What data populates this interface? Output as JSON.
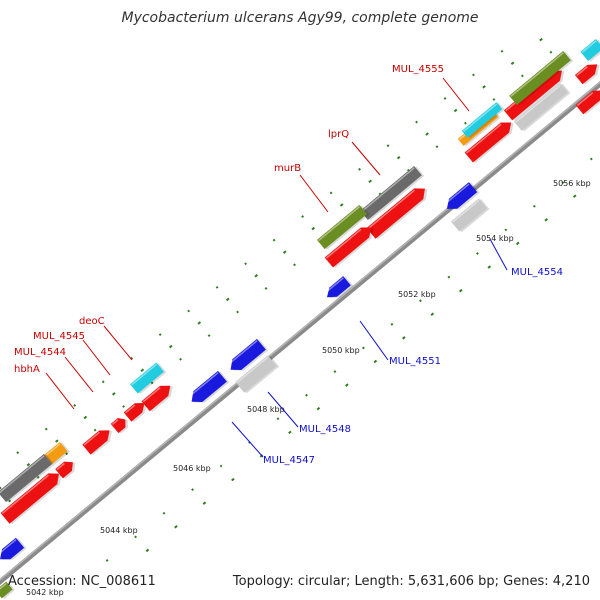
{
  "title": "Mycobacterium ulcerans Agy99, complete genome",
  "footer": {
    "accession": "Accession: NC_008611",
    "summary": "Topology: circular; Length: 5,631,606 bp; Genes: 4,210"
  },
  "scale_labels": [
    "5042 kbp",
    "5044 kbp",
    "5046 kbp",
    "5048 kbp",
    "5050 kbp",
    "5052 kbp",
    "5054 kbp",
    "5056 kbp"
  ],
  "gene_labels": {
    "forward": [
      "MUL_4555",
      "lprQ",
      "murB",
      "deoC",
      "MUL_4545",
      "MUL_4544",
      "hbhA"
    ],
    "reverse": [
      "MUL_4554",
      "MUL_4551",
      "MUL_4548",
      "MUL_4547"
    ]
  },
  "colors": {
    "backbone": "#8a8a8a",
    "forward_cds": "#ee1111",
    "reverse_cds": "#1a1adf",
    "olive": "#6b8e23",
    "dark_gray": "#6a6a6a",
    "light_gray": "#c8c8c8",
    "cyan": "#22cce0",
    "orange": "#f39c12",
    "tick_green": "#2e7d1f",
    "label_red": "#cc0000",
    "label_blue": "#1010cc"
  }
}
